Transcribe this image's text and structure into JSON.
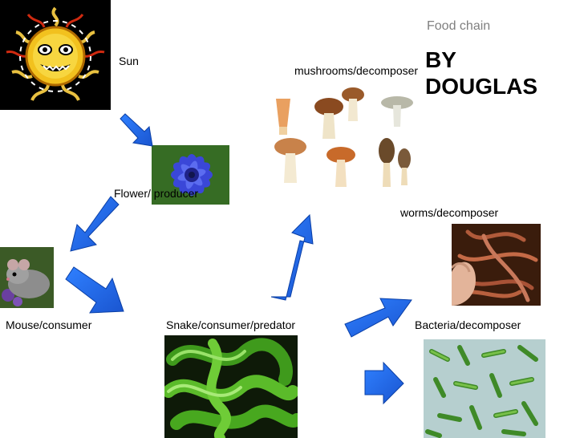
{
  "slide": {
    "subtitle": "Food chain",
    "title": "BY DOUGLAS"
  },
  "nodes": {
    "sun": "Sun",
    "flower": "Flower/ producer",
    "mouse": "Mouse/consumer",
    "snake": "Snake/consumer/predator",
    "mushrooms": "mushrooms/decomposer",
    "worms": "worms/decomposer",
    "bacteria": "Bacteria/decomposer"
  },
  "colors": {
    "arrow": "#1a66e6",
    "arrow_edge": "#0a3fa6"
  },
  "icons": {
    "sun": "sun-face-picture",
    "flower": "cornflower-picture",
    "mouse": "mouse-picture",
    "snake": "green-snake-picture",
    "mushrooms": "mushrooms-picture",
    "worms": "worms-in-hand-picture",
    "bacteria": "bacteria-picture"
  }
}
